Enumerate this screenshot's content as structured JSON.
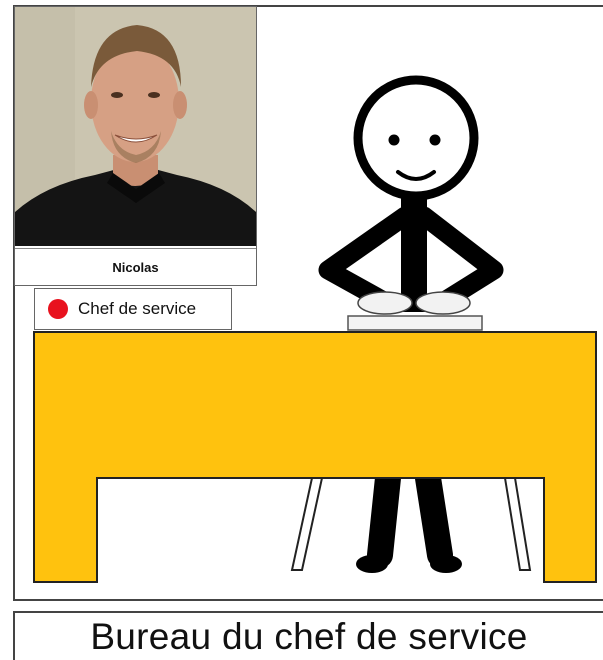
{
  "person": {
    "name": "Nicolas"
  },
  "role": {
    "label": "Chef de service",
    "dot_color": "#e8121e"
  },
  "caption": "Bureau du chef de service",
  "colors": {
    "desk": "#ffc20e",
    "desk_outline": "#222222",
    "figure": "#000000"
  }
}
